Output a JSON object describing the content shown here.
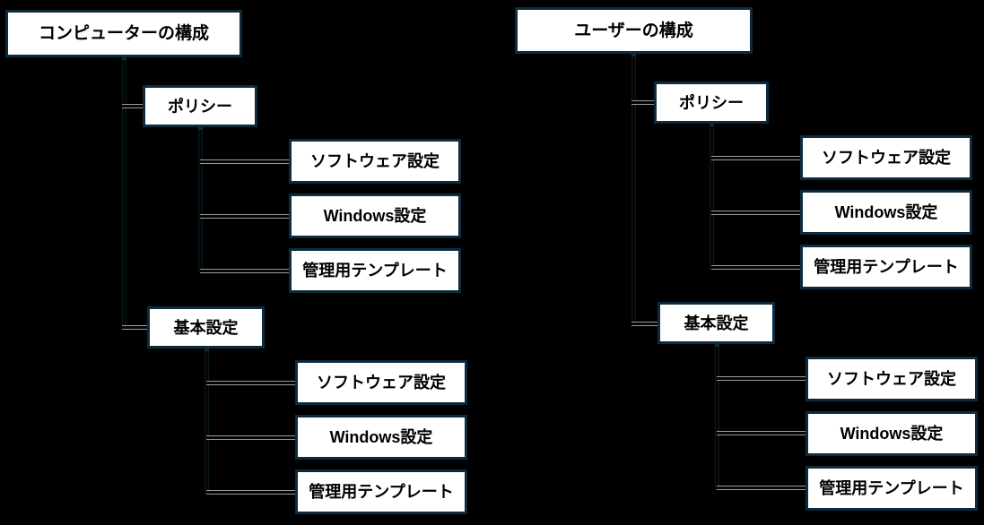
{
  "diagram": {
    "type": "tree",
    "background_color": "#000000",
    "box_fill_color": "#ffffff",
    "box_border_color": "#0d2b3e",
    "connector_color": "#9a9a9a",
    "columns": [
      {
        "id": "computer-configuration",
        "root": {
          "label": "コンピューターの構成"
        },
        "branches": [
          {
            "id": "policies",
            "label": "ポリシー",
            "children": [
              {
                "label": "ソフトウェア設定"
              },
              {
                "label": "Windows設定"
              },
              {
                "label": "管理用テンプレート"
              }
            ]
          },
          {
            "id": "preferences",
            "label": "基本設定",
            "children": [
              {
                "label": "ソフトウェア設定"
              },
              {
                "label": "Windows設定"
              },
              {
                "label": "管理用テンプレート"
              }
            ]
          }
        ]
      },
      {
        "id": "user-configuration",
        "root": {
          "label": "ユーザーの構成"
        },
        "branches": [
          {
            "id": "policies",
            "label": "ポリシー",
            "children": [
              {
                "label": "ソフトウェア設定"
              },
              {
                "label": "Windows設定"
              },
              {
                "label": "管理用テンプレート"
              }
            ]
          },
          {
            "id": "preferences",
            "label": "基本設定",
            "children": [
              {
                "label": "ソフトウェア設定"
              },
              {
                "label": "Windows設定"
              },
              {
                "label": "管理用テンプレート"
              }
            ]
          }
        ]
      }
    ]
  }
}
